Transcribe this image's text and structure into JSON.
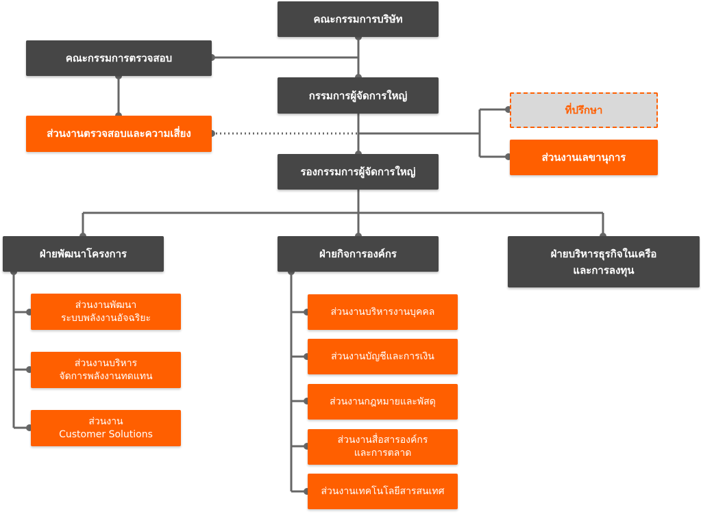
{
  "colors": {
    "dark": "#464646",
    "orange": "#ff5f00",
    "line": "#666666",
    "advisor_bg": "#d9d9d9"
  },
  "nodes": {
    "board": "คณะกรรมการบริษัท",
    "audit_committee": "คณะกรรมการตรวจสอบ",
    "ceo": "กรรมการผู้จัดการใหญ่",
    "audit_risk": "ส่วนงานตรวจสอบและความเสี่ยง",
    "advisor": "ที่ปรึกษา",
    "secretary": "ส่วนงานเลขานุการ",
    "deputy_ceo": "รองกรรมการผู้จัดการใหญ่",
    "dev_division": "ฝ่ายพัฒนาโครงการ",
    "corp_division": "ฝ่ายกิจการองค์กร",
    "group_division": "ฝ่ายบริหารธุรกิจในเครือ\nและการลงทุน",
    "dev_units": [
      "ส่วนงานพัฒนา\nระบบพลังงานอัจฉริยะ",
      "ส่วนงานบริหาร\nจัดการพลังงานทดแทน",
      "ส่วนงาน\nCustomer Solutions"
    ],
    "corp_units": [
      "ส่วนงานบริหารงานบุคคล",
      "ส่วนงานบัญชีและการเงิน",
      "ส่วนงานกฎหมายและพัสดุ",
      "ส่วนงานสื่อสารองค์กร\nและการตลาด",
      "ส่วนงานเทคโนโลยีสารสนเทศ"
    ]
  }
}
